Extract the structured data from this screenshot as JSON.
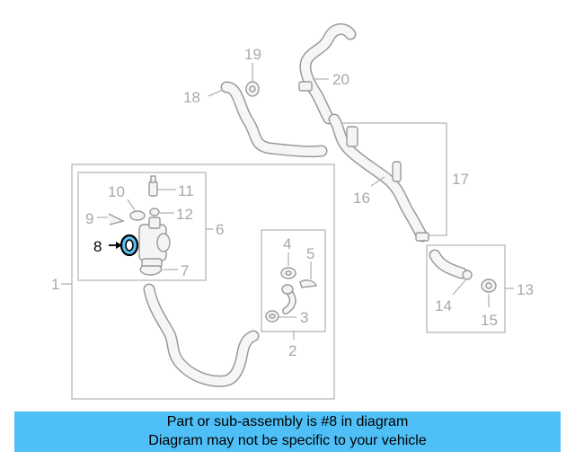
{
  "callouts": {
    "c1": "1",
    "c2": "2",
    "c3": "3",
    "c4": "4",
    "c5": "5",
    "c6": "6",
    "c7": "7",
    "c8": "8",
    "c9": "9",
    "c10": "10",
    "c11": "11",
    "c12": "12",
    "c13": "13",
    "c14": "14",
    "c15": "15",
    "c16": "16",
    "c17": "17",
    "c18": "18",
    "c19": "19",
    "c20": "20"
  },
  "highlight": {
    "part": "8",
    "color": "#000000",
    "part_fill": "#5bc3f5"
  },
  "banner": {
    "line1": "Part or sub-assembly is #8 in diagram",
    "line2": "Diagram may not be specific to your vehicle",
    "color": "#4fc0f7"
  }
}
